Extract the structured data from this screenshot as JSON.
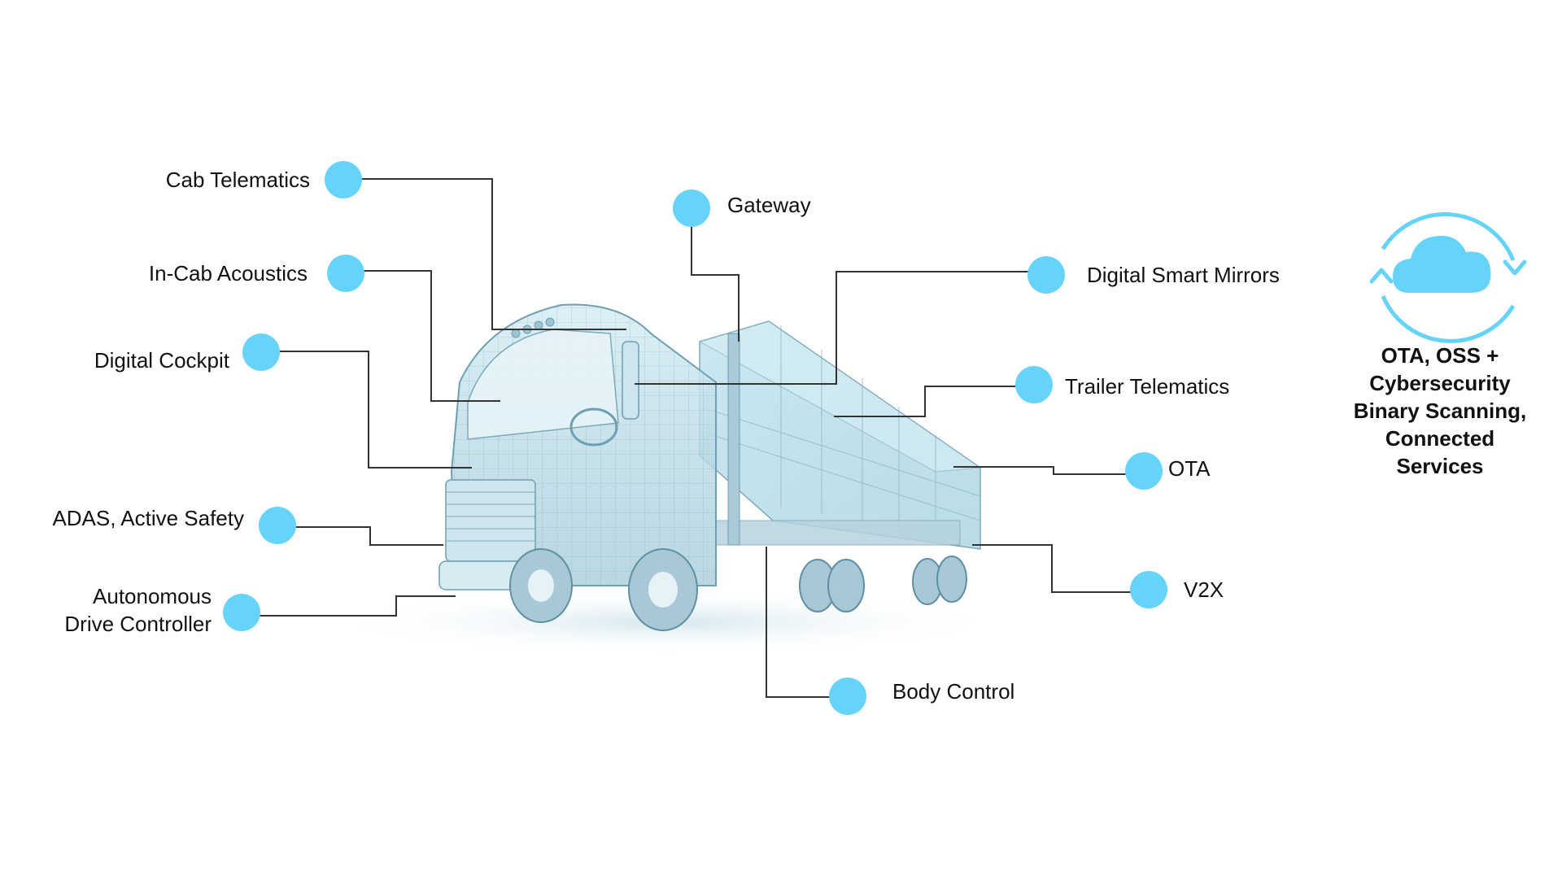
{
  "callouts": [
    {
      "id": "cab-telematics",
      "label": "Cab Telematics"
    },
    {
      "id": "in-cab-acoustics",
      "label": "In-Cab Acoustics"
    },
    {
      "id": "digital-cockpit",
      "label": "Digital Cockpit"
    },
    {
      "id": "adas",
      "label": "ADAS, Active Safety"
    },
    {
      "id": "autonomous-drive",
      "label": "Autonomous\nDrive Controller"
    },
    {
      "id": "gateway",
      "label": "Gateway"
    },
    {
      "id": "digital-smart-mirrors",
      "label": "Digital Smart Mirrors"
    },
    {
      "id": "trailer-telematics",
      "label": "Trailer Telematics"
    },
    {
      "id": "ota",
      "label": "OTA"
    },
    {
      "id": "v2x",
      "label": "V2X"
    },
    {
      "id": "body-control",
      "label": "Body Control"
    }
  ],
  "cloud": {
    "caption_lines": [
      "OTA, OSS +",
      "Cybersecurity",
      "Binary Scanning,",
      "Connected",
      "Services"
    ]
  },
  "colors": {
    "accent": "#66d3fa",
    "leader_line": "#333333",
    "truck_wire": "#7fa9bb"
  },
  "icons": {
    "cloud": "cloud-sync-icon",
    "truck": "truck-wireframe-illustration"
  }
}
